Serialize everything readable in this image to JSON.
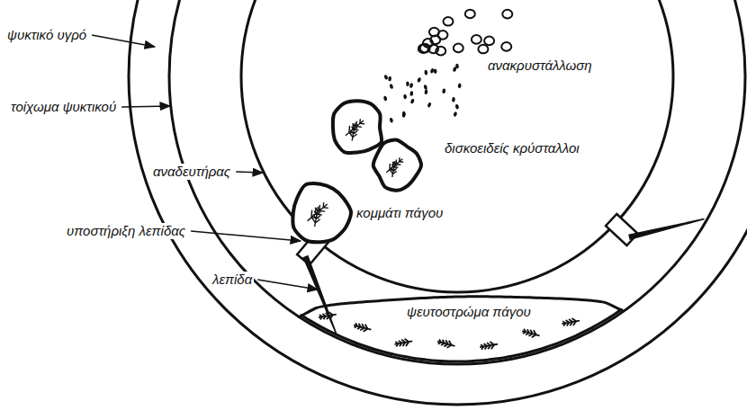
{
  "diagram": {
    "labels": [
      "ψυκτικό υγρό",
      "τοίχωμα ψυκτικού",
      "αναδευτήρας",
      "υποστήριξη λεπίδας",
      "λεπίδα",
      "ανακρυστάλλωση",
      "δισκοειδείς κρύσταλλοι",
      "κομμάτι πάγου",
      "ψευτοστρώμα πάγου"
    ]
  }
}
